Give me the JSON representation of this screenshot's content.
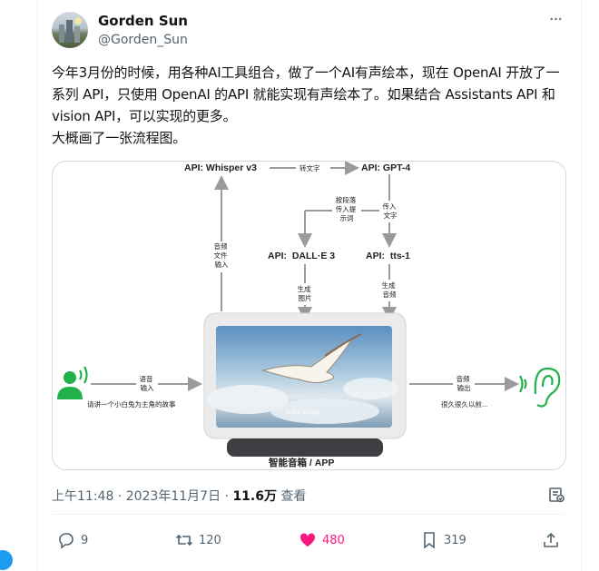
{
  "tweet": {
    "author": {
      "display_name": "Gorden Sun",
      "handle": "@Gorden_Sun"
    },
    "text_lines": [
      "今年3月份的时候，用各种AI工具组合，做了一个AI有声绘本，现在 OpenAI 开放了一系列 API，只使用 OpenAI 的API 就能实现有声绘本了。如果结合 Assistants API 和 vision API，可以实现的更多。",
      "大概画了一张流程图。"
    ],
    "meta": {
      "time": "上午11:48",
      "sep1": " · ",
      "date": "2023年11月7日",
      "sep2": " · ",
      "views": "11.6万",
      "views_label": " 查看"
    },
    "actions": {
      "replies": "9",
      "retweets": "120",
      "likes": "480",
      "bookmarks": "319"
    }
  },
  "diagram": {
    "whisper": "API: Whisper v3",
    "to_text": "转文字",
    "gpt4": "API: GPT-4",
    "paragraph_prompt": [
      "按段落",
      "传入提",
      "示词"
    ],
    "pass_text": [
      "传入",
      "文字"
    ],
    "audio_input": [
      "音频",
      "文件",
      "输入"
    ],
    "dalle": "API:  DALL·E 3",
    "tts": "API:  tts-1",
    "gen_image": [
      "生成",
      "图片"
    ],
    "gen_audio": [
      "生成",
      "音频"
    ],
    "voice_input": [
      "语音",
      "输入"
    ],
    "voice_caption": "请讲一个小白兔为主角的故事",
    "audio_output": [
      "音频",
      "输出"
    ],
    "output_caption": "很久很久以前...",
    "screen_caption": "on the 1st day",
    "device": "智能音箱 / APP"
  },
  "colors": {
    "accent_like": "#f91880",
    "secondary_text": "#536471",
    "green": "#22b04b"
  },
  "icons": [
    "more-icon",
    "reply-icon",
    "retweet-icon",
    "heart-icon",
    "bookmark-icon",
    "share-icon",
    "analytics-icon",
    "person-speaking-icon",
    "ear-icon"
  ]
}
